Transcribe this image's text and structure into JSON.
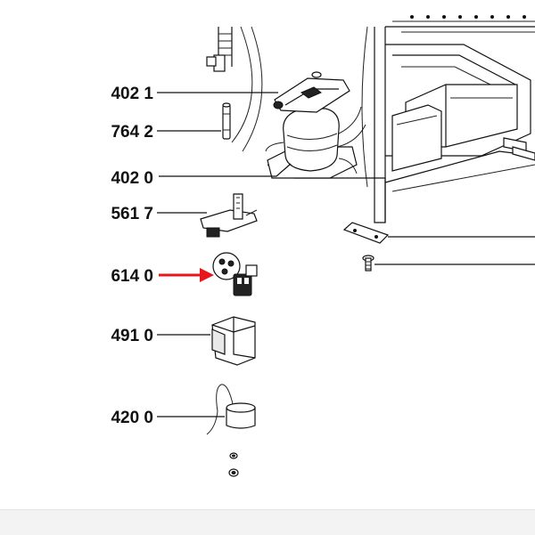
{
  "callouts": [
    {
      "id": "compressor-bracket",
      "label": "402 1"
    },
    {
      "id": "pin",
      "label": "764 2"
    },
    {
      "id": "compressor",
      "label": "402 0"
    },
    {
      "id": "mount-clip",
      "label": "561 7"
    },
    {
      "id": "starter-relay",
      "label": "614 0"
    },
    {
      "id": "relay-cover",
      "label": "491 0"
    },
    {
      "id": "capacitor",
      "label": "420 0"
    }
  ],
  "highlight": {
    "target": "starter-relay",
    "arrow_color": "#e8151b"
  },
  "colors": {
    "line": "#111111",
    "background": "#ffffff",
    "footer": "#f3f3f3"
  }
}
